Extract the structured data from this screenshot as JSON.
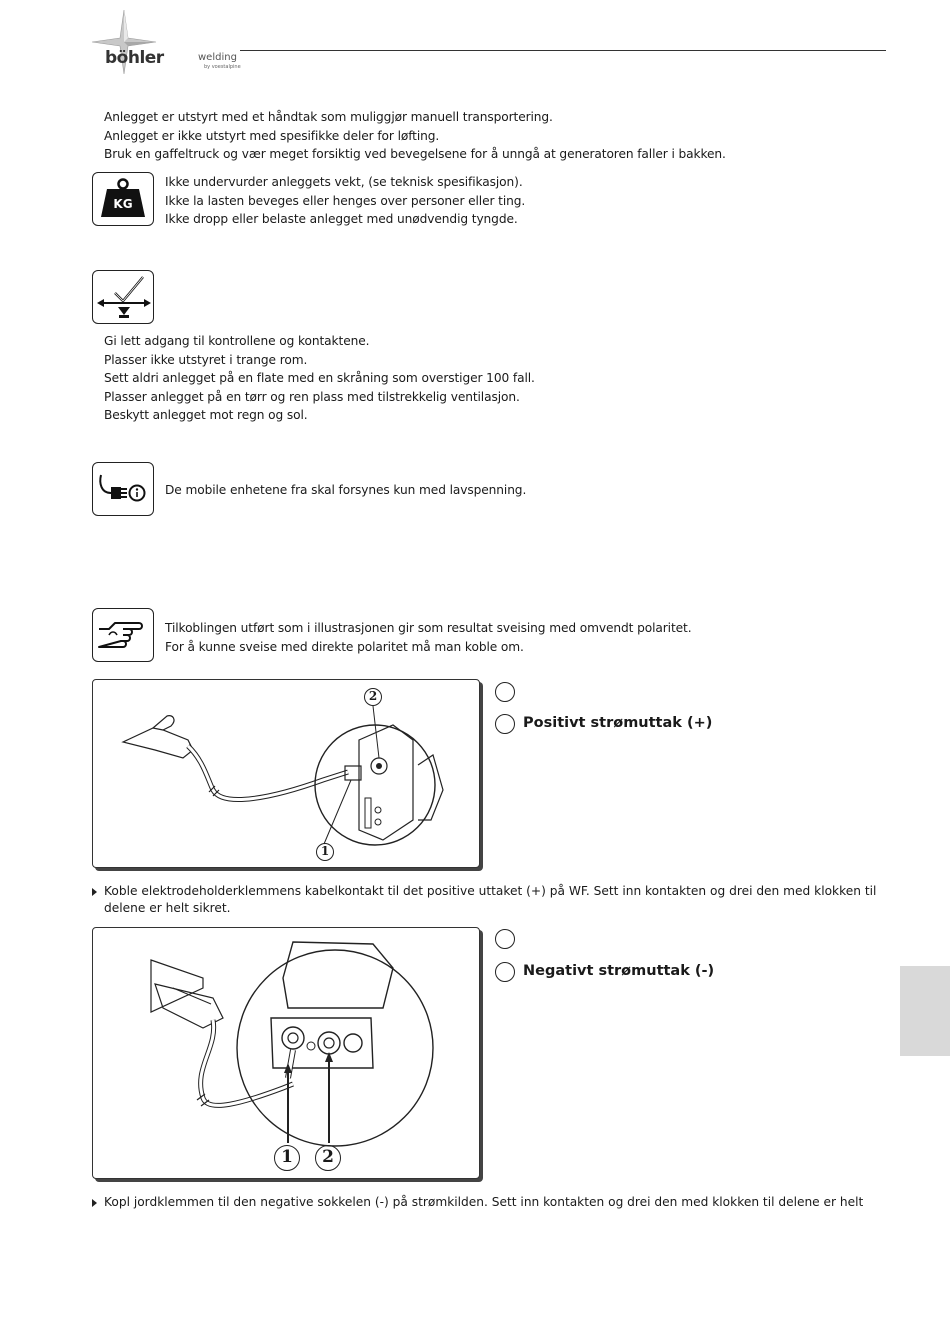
{
  "header": {
    "brand": "böhler",
    "brand_suffix": "welding",
    "tagline": "by voestalpine"
  },
  "section_transport": {
    "lines": [
      "Anlegget er utstyrt med et håndtak som muliggjør manuell transportering.",
      "Anlegget er ikke utstyrt med spesifikke deler for løfting.",
      "Bruk en gaffeltruck og vær meget forsiktig ved bevegelsene for å unngå at generatoren faller i bakken."
    ],
    "weight_icon_text": "KG",
    "weight_lines": [
      "Ikke undervurder anleggets vekt, (se teknisk spesifikasjon).",
      "Ikke la lasten beveges eller henges over personer eller ting.",
      "Ikke dropp eller belaste anlegget med unødvendig tyngde."
    ]
  },
  "section_placement": {
    "lines": [
      "Gi lett adgang til kontrollene og kontaktene.",
      "Plasser ikke utstyret i trange rom.",
      "Sett aldri anlegget på en flate med en skråning som overstiger 100 fall.",
      "Plasser anlegget på en tørr og ren plass med tilstrekkelig ventilasjon.",
      "Beskytt anlegget mot regn og sol."
    ]
  },
  "section_power": {
    "text": "De mobile enhetene fra skal forsynes kun med lavspenning."
  },
  "section_connection": {
    "lines": [
      "Tilkoblingen utført som i illustrasjonen gir som resultat sveising med omvendt polaritet.",
      "For å kunne sveise med direkte polaritet må man koble om."
    ]
  },
  "figure1": {
    "callout_1": "1",
    "callout_2": "2",
    "legend_2": "Positivt strømuttak (+)",
    "instruction_line1": "Koble elektrodeholderklemmens kabelkontakt til det positive uttaket (+) på WF. Sett inn kontakten og drei den med klokken til",
    "instruction_line2": "delene er helt sikret."
  },
  "figure2": {
    "callout_1": "1",
    "callout_2": "2",
    "legend_2": "Negativt strømuttak (-)",
    "instruction_line1": "Kopl jordklemmen til den negative sokkelen (-) på strømkilden. Sett inn kontakten og drei den med klokken til delene er helt"
  }
}
